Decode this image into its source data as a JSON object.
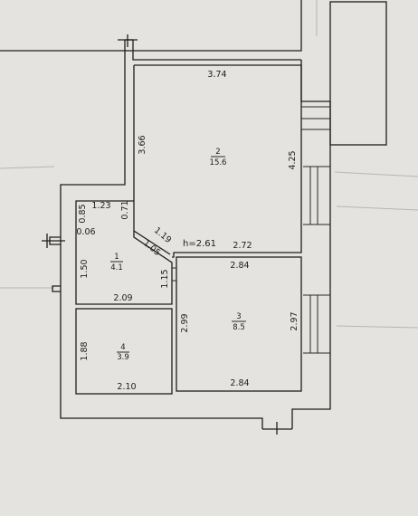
{
  "plan": {
    "height_label": "h=2.61",
    "rooms": [
      {
        "id": "room-1",
        "number": "1",
        "area": "4.1"
      },
      {
        "id": "room-2",
        "number": "2",
        "area": "15.6"
      },
      {
        "id": "room-3",
        "number": "3",
        "area": "8.5"
      },
      {
        "id": "room-4",
        "number": "4",
        "area": "3.9"
      }
    ],
    "dimensions": {
      "room2_top": "3.74",
      "room2_left": "3.66",
      "room2_right": "4.25",
      "room2_bottom": "2.72",
      "diag_outer": "1.19",
      "diag_inner": "1.05",
      "room1_top": "1.23",
      "room1_left_upper": "0.85",
      "room1_left_offset": "0.06",
      "room1_right_upper": "0.71",
      "room1_left_lower": "1.50",
      "room1_right_lower": "1.15",
      "room1_bottom": "2.09",
      "room3_top": "2.84",
      "room3_left": "2.99",
      "room3_right": "2.97",
      "room3_bottom": "2.84",
      "room4_left": "1.88",
      "room4_bottom": "2.10"
    }
  }
}
